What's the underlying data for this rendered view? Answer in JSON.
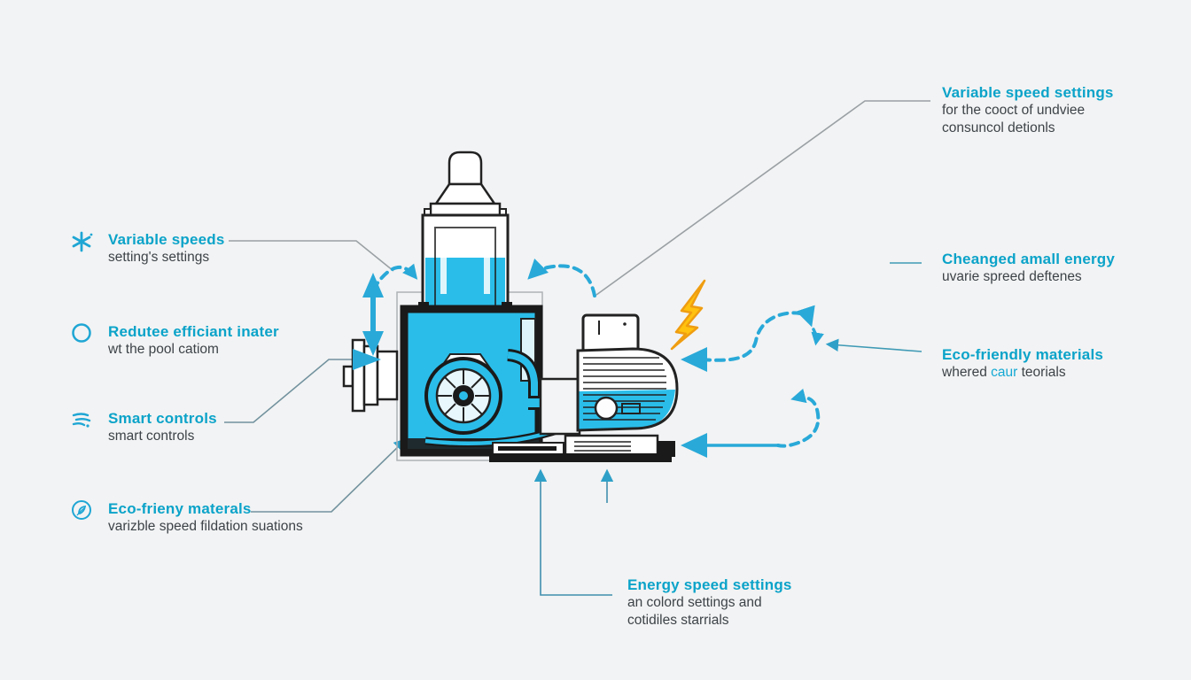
{
  "page": {
    "background": "#f2f3f4"
  },
  "colors": {
    "accent_text": "#0ba3c9",
    "illustration_fill": "#2bbde9",
    "arrow": "#29a9d8",
    "bolt_yellow": "#ffc20e",
    "subtext": "#3d4348",
    "leader_gray": "#9aa0a4"
  },
  "icons": {
    "left": [
      "asterisk-icon",
      "circle-icon",
      "smart-controls-icon",
      "eco-leaf-icon"
    ]
  },
  "labels": {
    "left": [
      {
        "title": "Variable speeds",
        "subtitle": "setting's settings"
      },
      {
        "title": "Redutee efficiant inater",
        "subtitle": "wt the pool catiom"
      },
      {
        "title": "Smart controls",
        "subtitle": "smart controls"
      },
      {
        "title": "Eco-frieny materals",
        "subtitle": "varizble speed fildation suations"
      }
    ],
    "top_right": {
      "title": "Variable speed settings",
      "line1": "for the cooct of undviee",
      "line2": "consuncol detionls"
    },
    "mid_right_energy": {
      "title": "Cheanged amall energy",
      "subtitle": "uvarie spreed deftenes"
    },
    "mid_right_eco": {
      "title": "Eco-friendly materials",
      "sub_prefix": "whered ",
      "sub_highlight": "caur",
      "sub_suffix": " teorials"
    },
    "bottom": {
      "title": "Energy speed settings",
      "line1": "an colord settings and",
      "line2": "cotidiles starrials"
    }
  }
}
